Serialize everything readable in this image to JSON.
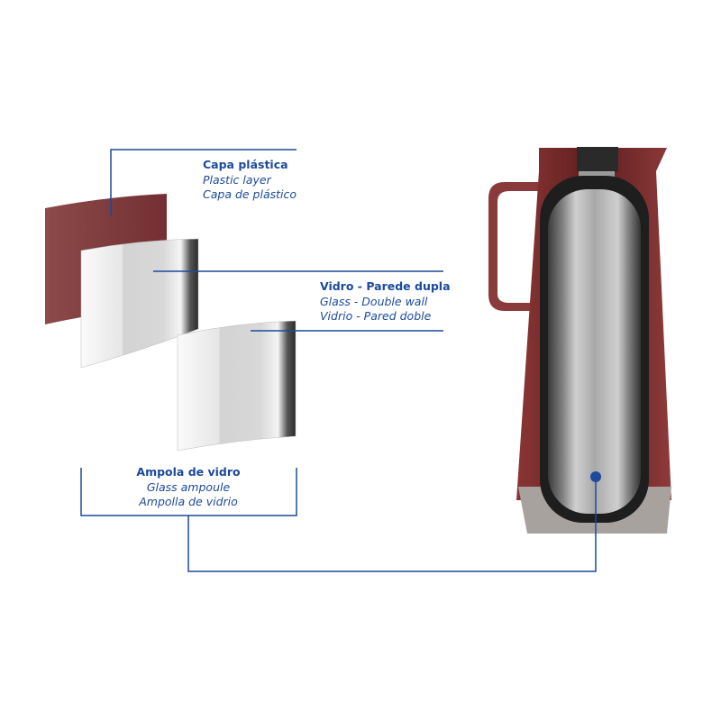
{
  "labels": {
    "plastic": {
      "pt": "Capa plástica",
      "en": "Plastic layer",
      "es": "Capa de plástico"
    },
    "glass": {
      "pt": "Vidro - Parede dupla",
      "en": "Glass - Double wall",
      "es": "Vidrio - Pared doble"
    },
    "ampoule": {
      "pt": "Ampola de vidro",
      "en": "Glass ampoule",
      "es": "Ampolla de vidrio"
    }
  },
  "colors": {
    "accent": "#1c4a9c",
    "plastic": "#7e3434",
    "body": "#6b2222"
  }
}
